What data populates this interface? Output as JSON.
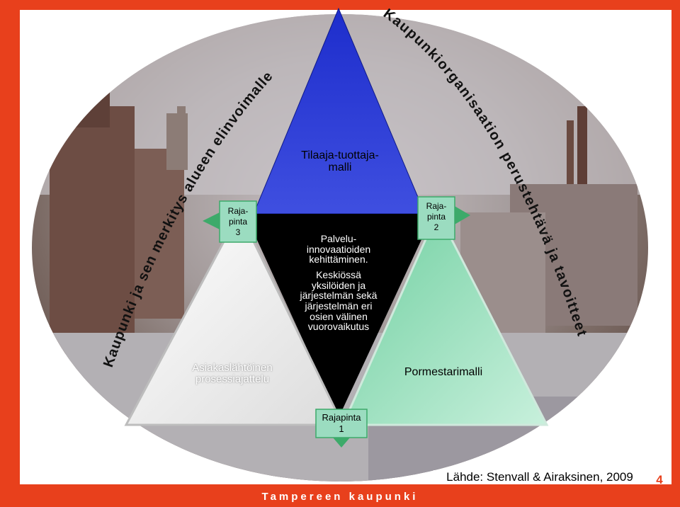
{
  "arc_left": "Kaupunki ja sen merkitys alueen elinvoimalle",
  "arc_right": "Kaupunkiorganisaation perustehtävä ja tavoitteet",
  "top_triangle": {
    "label": "Tilaaja-tuottaja-\nmalli"
  },
  "center_triangle": {
    "line1": "Palvelu-\ninnovaatioiden\nkehittäminen.",
    "line2": "Keskiössä\nyksilöiden ja\njärjestelmän sekä\njärjestelmän eri\nosien välinen\nvuorovaikutus"
  },
  "left_triangle": {
    "label": "Asiakaslähtöinen\nprosessiajattelu"
  },
  "right_triangle": {
    "label": "Pormestarimalli"
  },
  "interfaces": {
    "one": "Rajapinta\n1",
    "two": "Raja-\npinta\n2",
    "three": "Raja-\npinta\n3"
  },
  "source": "Lähde: Stenvall & Airaksinen, 2009",
  "page_number": "4",
  "footer": "Tampereen kaupunki",
  "colors": {
    "frame": "#e8401c",
    "top_triangle": "#2233c8",
    "center_triangle": "#000000",
    "left_triangle": "#f4f4f0",
    "right_triangle": "#8fd8b4",
    "interface_box": "#9bdcc0",
    "interface_arrow": "#3daa6a",
    "arc_text": "#111111"
  }
}
